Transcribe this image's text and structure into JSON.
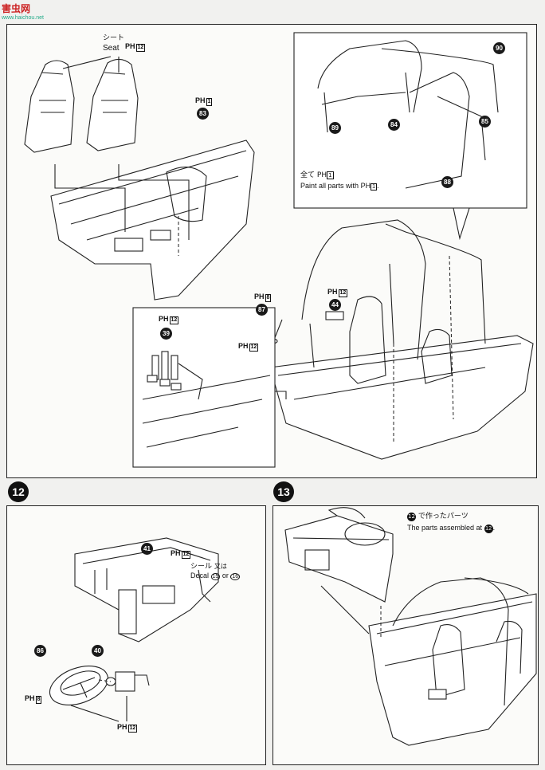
{
  "watermark": {
    "title": "害虫网",
    "sub": "www.haichou.net"
  },
  "step11": {
    "seat_jp": "シート",
    "seat_en": "Seat",
    "seat_paint_code": "12",
    "body_paint_code": "1",
    "part_83": "83",
    "cage_parts": [
      "90",
      "89",
      "84",
      "85",
      "88"
    ],
    "cage_note_jp": "全て",
    "cage_note_code": "1",
    "cage_note_en": "Paint all parts with",
    "cage_note_code_en": "1",
    "part_87": "87",
    "part_87_paint": "8",
    "part_87_paint2": "12",
    "part_44": "44",
    "part_44_paint": "12",
    "part_39": "39",
    "part_39_paint": "12"
  },
  "step12": {
    "number": "12",
    "part_41": "41",
    "part_41_paint": "12",
    "decal_jp": "シール",
    "decal_en": "Decal",
    "decal_a": "15",
    "or_jp": "又は",
    "or_en": "or",
    "decal_b": "16",
    "part_86": "86",
    "part_86_paint": "8",
    "part_40": "40",
    "part_40_paint": "12"
  },
  "step13": {
    "number": "13",
    "note_step": "12",
    "note_jp": "で作ったパーツ",
    "note_en": "The parts assembled at",
    "note_step_en": "12"
  },
  "paint_prefix": "PH"
}
